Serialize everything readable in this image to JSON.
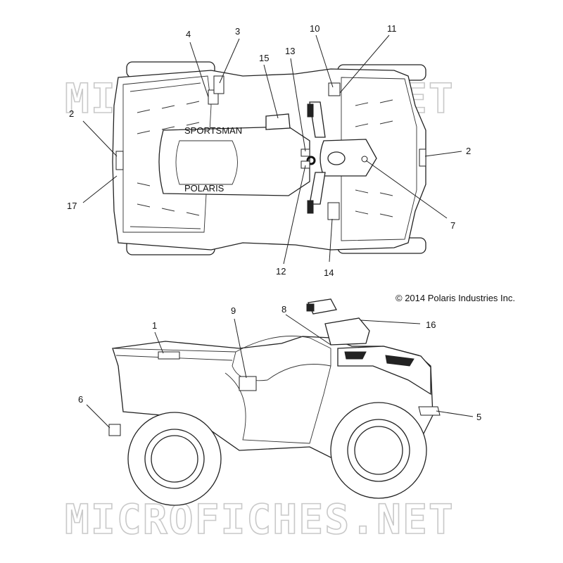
{
  "watermark": "MICROFICHES.NET",
  "copyright": "© 2014 Polaris Industries Inc.",
  "fender_text_top": "SPORTSMAN",
  "fender_text_brand": "POLARIS",
  "callouts": {
    "c1": "1",
    "c2a": "2",
    "c2b": "2",
    "c3": "3",
    "c4": "4",
    "c5": "5",
    "c6": "6",
    "c7": "7",
    "c8": "8",
    "c9": "9",
    "c10": "10",
    "c11": "11",
    "c12": "12",
    "c13": "13",
    "c14": "14",
    "c15": "15",
    "c16": "16",
    "c17": "17"
  }
}
